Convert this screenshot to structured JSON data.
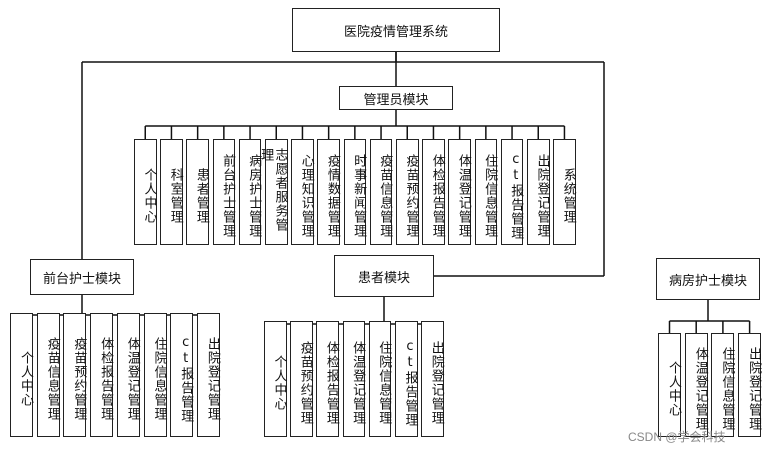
{
  "root": "医院疫情管理系统",
  "modules": {
    "admin": {
      "title": "管理员模块",
      "items": [
        "个人中心",
        "科室管理",
        "患者管理",
        "前台护士管理",
        "病房护士管理",
        "志愿者服务管理",
        "心理知识管理",
        "疫情数据管理",
        "时事新闻管理",
        "疫苗信息管理",
        "疫苗预约管理",
        "体检报告管理",
        "体温登记管理",
        "住院信息管理",
        "ct报告管理",
        "出院登记管理",
        "系统管理"
      ]
    },
    "front_nurse": {
      "title": "前台护士模块",
      "items": [
        "个人中心",
        "疫苗信息管理",
        "疫苗预约管理",
        "体检报告管理",
        "体温登记管理",
        "住院信息管理",
        "ct报告管理",
        "出院登记管理"
      ]
    },
    "patient": {
      "title": "患者模块",
      "items": [
        "个人中心",
        "疫苗预约管理",
        "体检报告管理",
        "体温登记管理",
        "住院信息管理",
        "ct报告管理",
        "出院登记管理"
      ]
    },
    "ward_nurse": {
      "title": "病房护士模块",
      "items": [
        "个人中心",
        "体温登记管理",
        "住院信息管理",
        "出院登记管理"
      ]
    }
  },
  "watermark": "CSDN @学会科技"
}
